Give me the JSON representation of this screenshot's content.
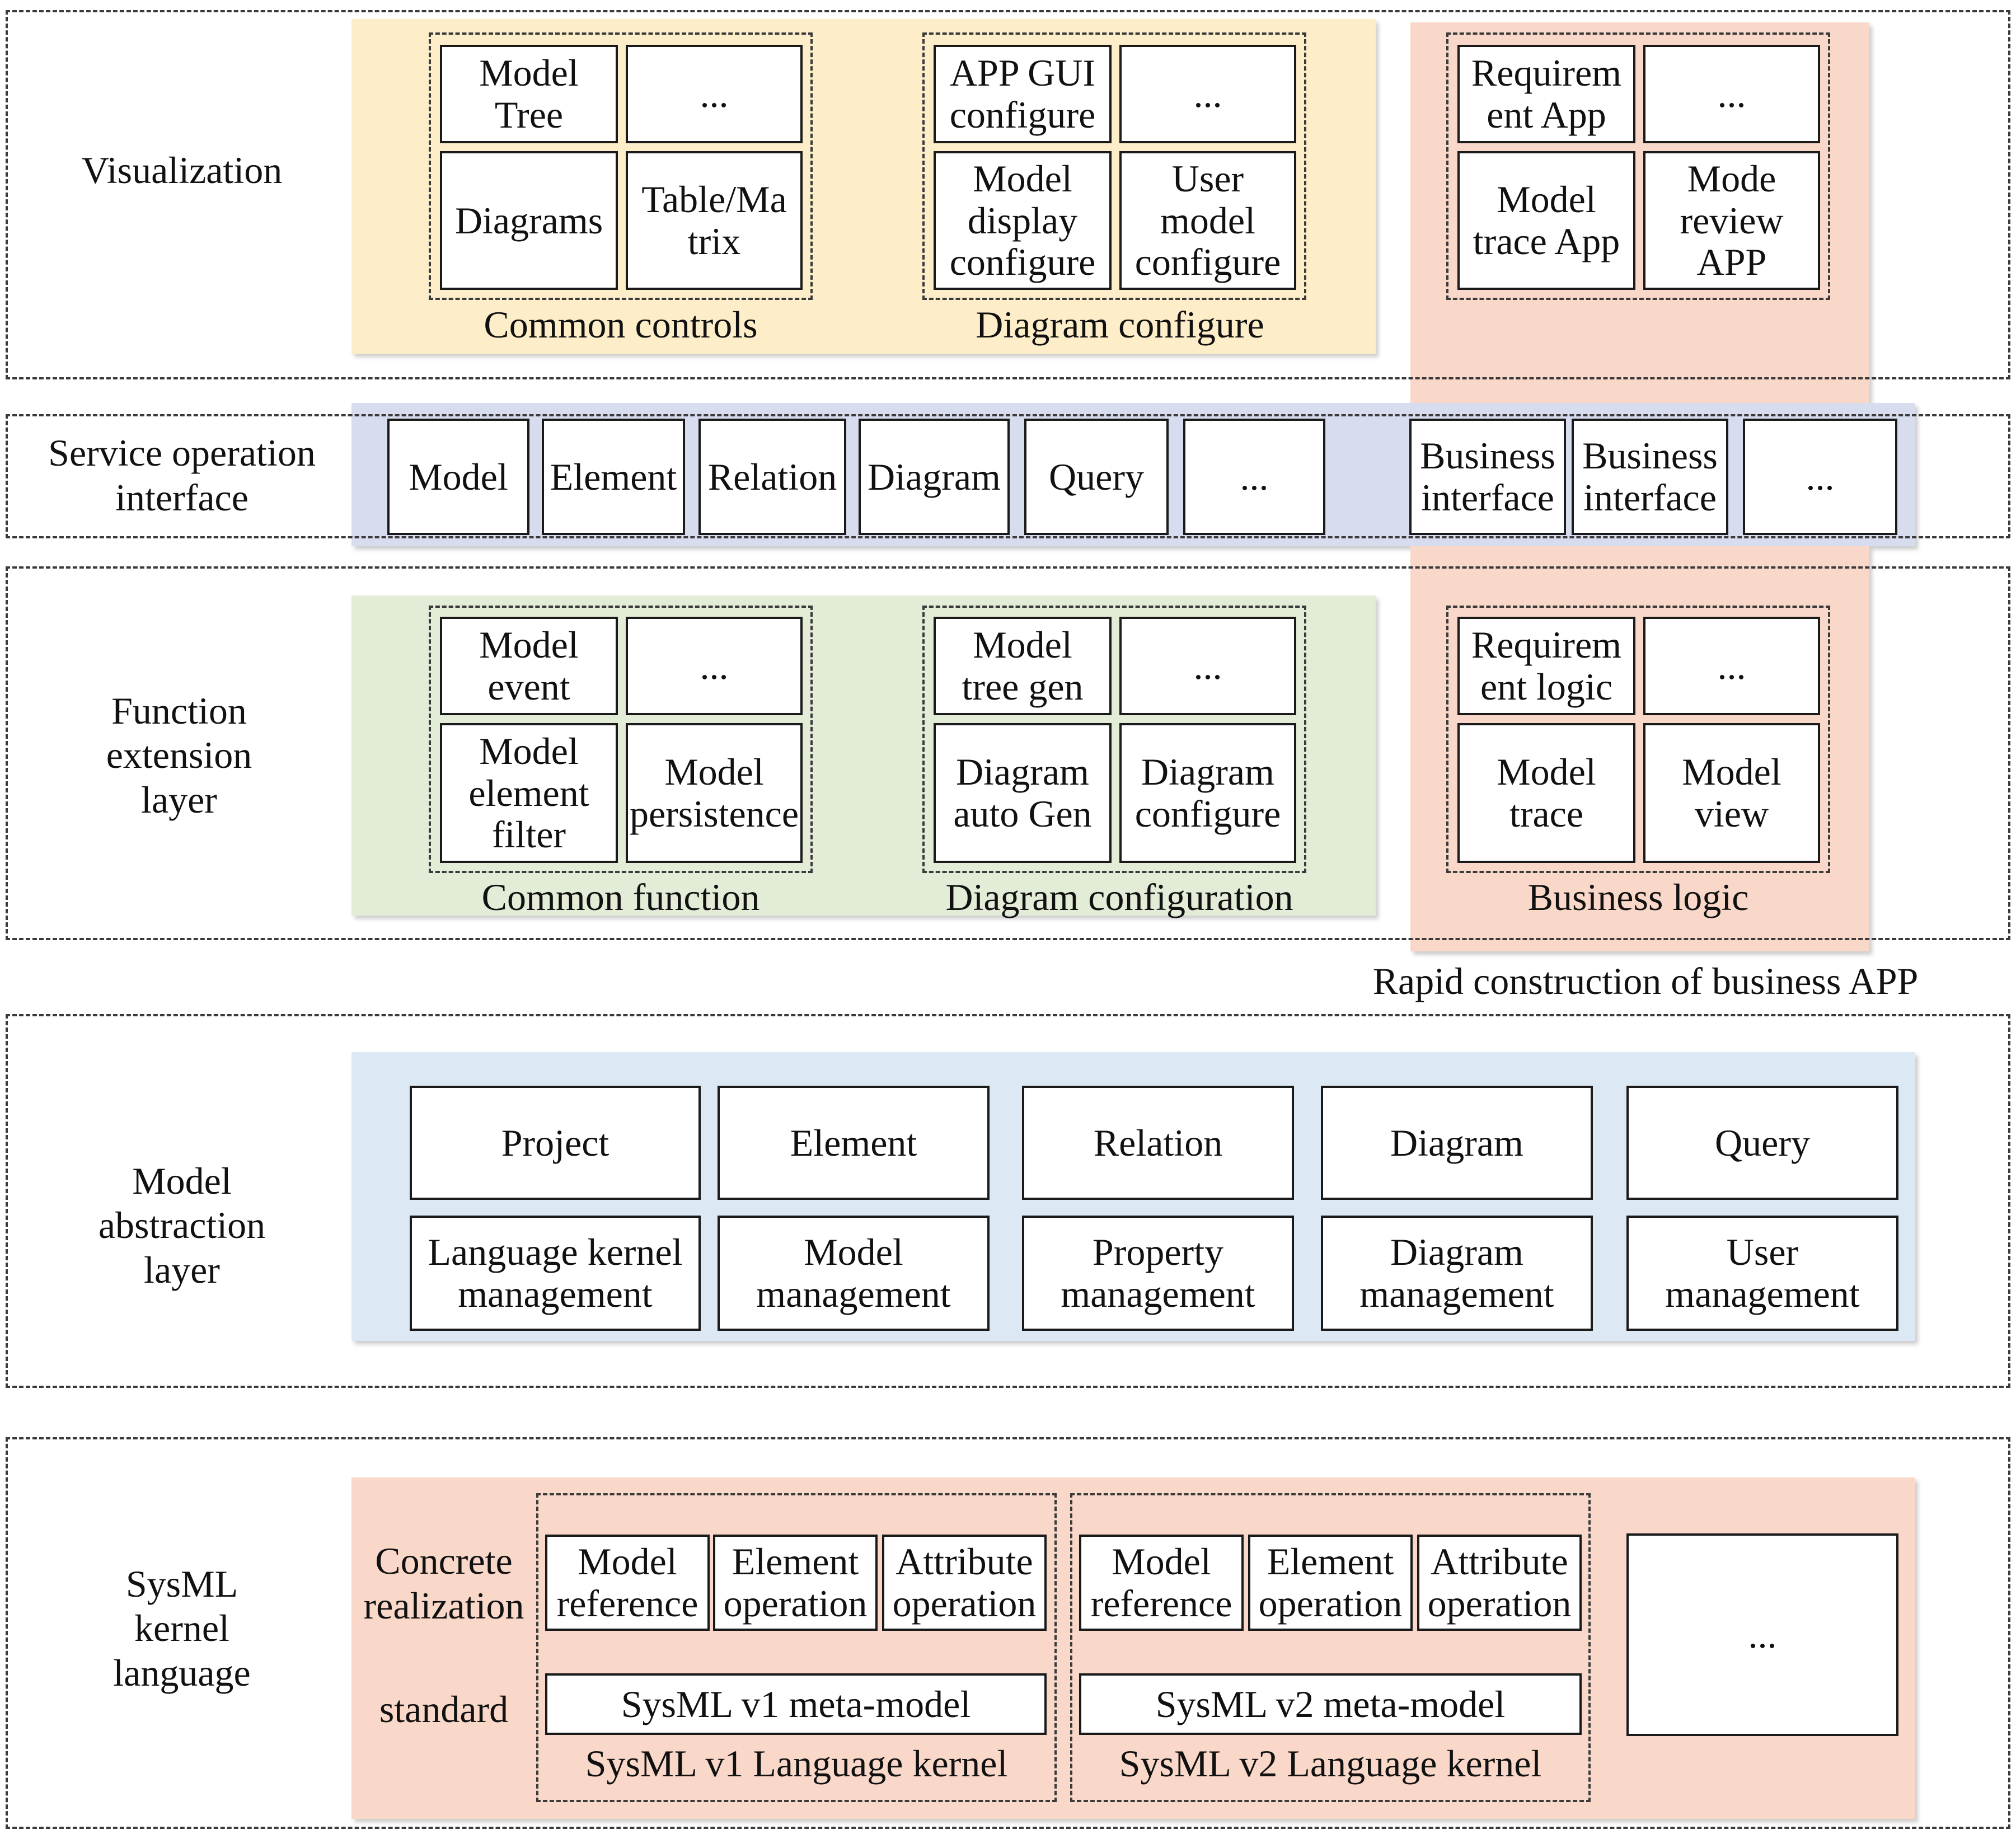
{
  "colors": {
    "visualization_bg": "#fdedc9",
    "service_bg": "#d7dcee",
    "function_bg": "#e3ecd7",
    "model_abstraction_bg": "#dce8f4",
    "business_bg": "#f9d8c9",
    "sysml_bg": "#f9d8c9"
  },
  "layers": {
    "visualization": "Visualization",
    "service": "Service operation\ninterface",
    "function": "Function\nextension\nlayer",
    "model_abstraction": "Model\nabstraction\nlayer",
    "sysml_kernel": "SysML\nkernel\nlanguage"
  },
  "visualization": {
    "common_controls": {
      "caption": "Common controls",
      "items": [
        "Model\nTree",
        "...",
        "Diagrams",
        "Table/Ma\ntrix"
      ]
    },
    "diagram_configure": {
      "caption": "Diagram configure",
      "items": [
        "APP GUI\nconfigure",
        "...",
        "Model\ndisplay\nconfigure",
        "User\nmodel\nconfigure"
      ]
    },
    "apps": {
      "items": [
        "Requirem\nent App",
        "...",
        "Model\ntrace App",
        "Mode\nreview\nAPP"
      ]
    }
  },
  "service": {
    "items": [
      "Model",
      "Element",
      "Relation",
      "Diagram",
      "Query",
      "..."
    ],
    "business_items": [
      "Business\ninterface",
      "Business\ninterface",
      "..."
    ]
  },
  "function": {
    "common_function": {
      "caption": "Common function",
      "items": [
        "Model\nevent",
        "...",
        "Model\nelement\nfilter",
        "Model\npersistence"
      ]
    },
    "diagram_configuration": {
      "caption": "Diagram configuration",
      "items": [
        "Model\ntree gen",
        "...",
        "Diagram\nauto Gen",
        "Diagram\nconfigure"
      ]
    },
    "business_logic": {
      "caption": "Business logic",
      "items": [
        "Requirem\nent logic",
        "...",
        "Model\ntrace",
        "Model\nview"
      ]
    }
  },
  "rapid_construction": "Rapid construction of business APP",
  "model_abstraction": {
    "top": [
      "Project",
      "Element",
      "Relation",
      "Diagram",
      "Query"
    ],
    "bottom": [
      "Language kernel\nmanagement",
      "Model\nmanagement",
      "Property\nmanagement",
      "Diagram\nmanagement",
      "User\nmanagement"
    ]
  },
  "sysml": {
    "concrete_realization": "Concrete\nrealization",
    "standard": "standard",
    "v1": {
      "items": [
        "Model\nreference",
        "Element\noperation",
        "Attribute\noperation"
      ],
      "meta_model": "SysML v1 meta-model",
      "caption": "SysML v1 Language kernel"
    },
    "v2": {
      "items": [
        "Model\nreference",
        "Element\noperation",
        "Attribute\noperation"
      ],
      "meta_model": "SysML v2 meta-model",
      "caption": "SysML v2 Language kernel"
    },
    "more": "..."
  }
}
